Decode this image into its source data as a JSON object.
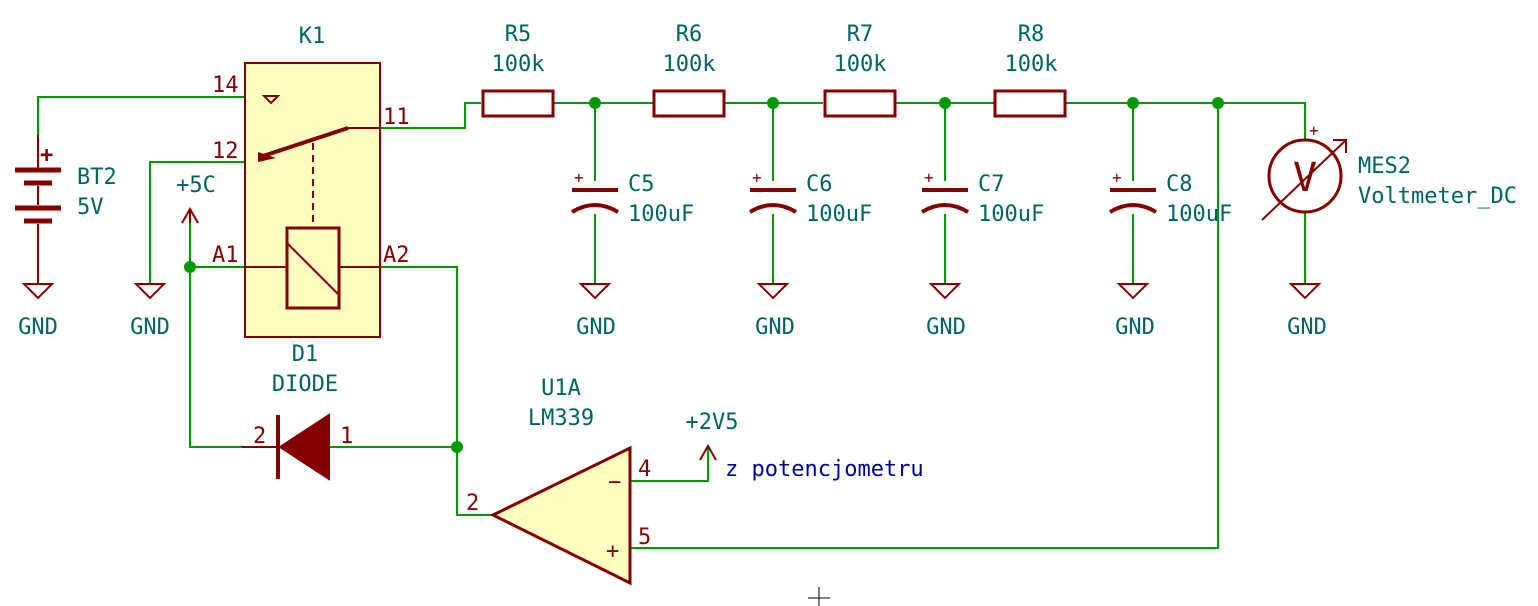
{
  "colors": {
    "wire": "#009900",
    "component": "#840000",
    "body": "#ffffc2",
    "label": "#006464",
    "note": "#0000a0"
  },
  "components": {
    "k1": {
      "ref": "K1",
      "pins": [
        "14",
        "12",
        "11",
        "A1",
        "A2"
      ]
    },
    "bt2": {
      "ref": "BT2",
      "value": "5V",
      "plus": "+"
    },
    "d1": {
      "ref": "D1",
      "value": "DIODE",
      "pin_a": "2",
      "pin_k": "1"
    },
    "u1a": {
      "ref": "U1A",
      "value": "LM339",
      "pin_out": "2",
      "pin_inv": "4",
      "pin_noninv": "5",
      "minus": "−",
      "plus": "+"
    },
    "r5": {
      "ref": "R5",
      "value": "100k"
    },
    "r6": {
      "ref": "R6",
      "value": "100k"
    },
    "r7": {
      "ref": "R7",
      "value": "100k"
    },
    "r8": {
      "ref": "R8",
      "value": "100k"
    },
    "c5": {
      "ref": "C5",
      "value": "100uF",
      "plus": "+"
    },
    "c6": {
      "ref": "C6",
      "value": "100uF",
      "plus": "+"
    },
    "c7": {
      "ref": "C7",
      "value": "100uF",
      "plus": "+"
    },
    "c8": {
      "ref": "C8",
      "value": "100uF",
      "plus": "+"
    },
    "mes2": {
      "ref": "MES2",
      "value": "Voltmeter_DC",
      "symbol": "V",
      "plus": "+"
    }
  },
  "power": {
    "gnd": "GND",
    "p5c": "+5C",
    "p2v5": "+2V5"
  },
  "notes": {
    "pot": "z potencjometru"
  }
}
